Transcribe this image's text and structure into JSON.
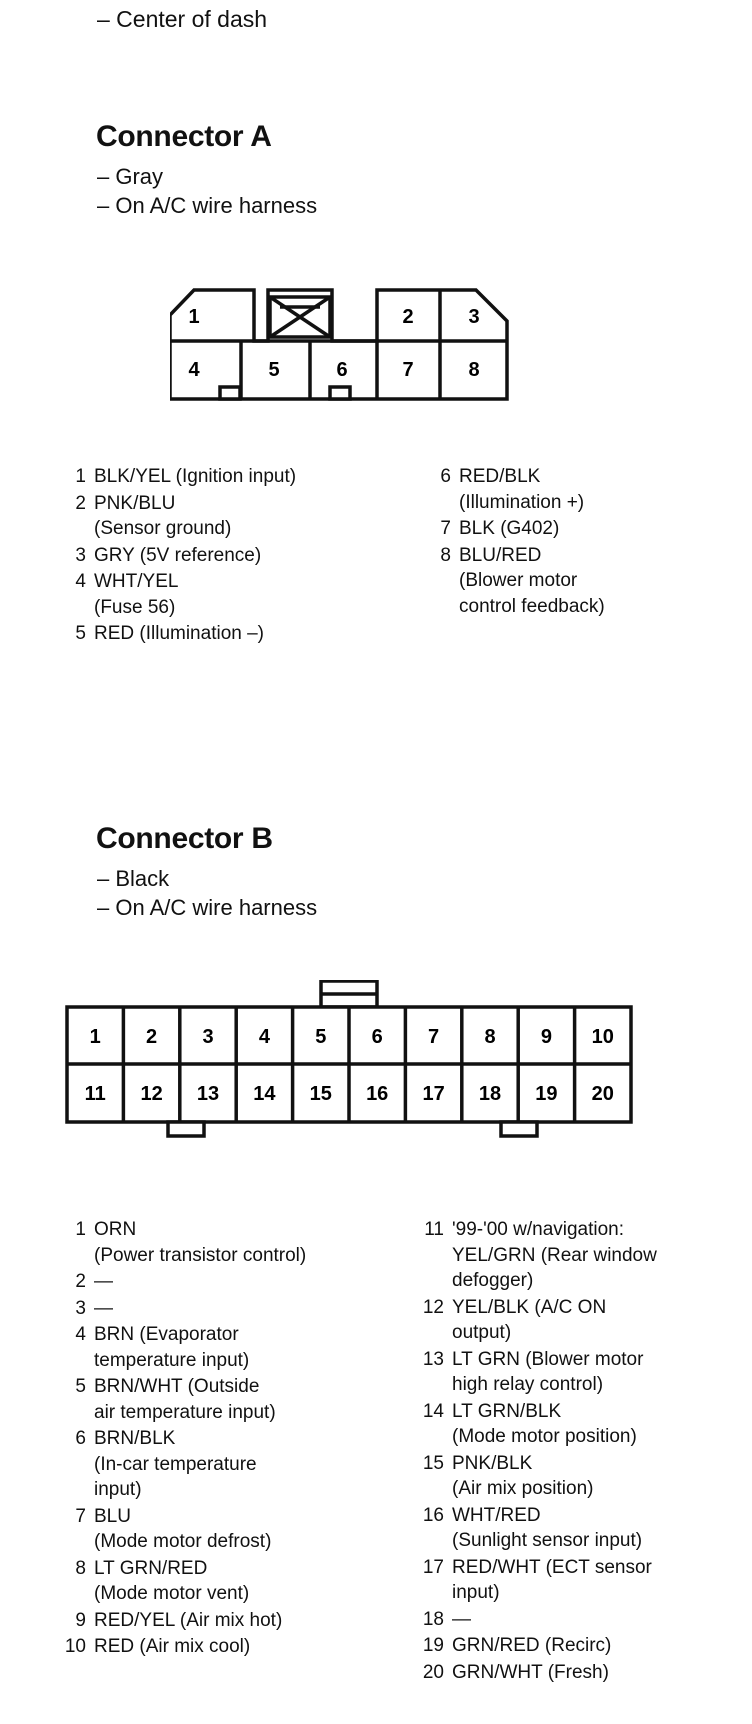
{
  "top_note": "– Center of dash",
  "connector_a": {
    "title": "Connector A",
    "sub": [
      "– Gray",
      "– On A/C wire harness"
    ],
    "cavity_numbers": [
      "1",
      "2",
      "3",
      "4",
      "5",
      "6",
      "7",
      "8"
    ],
    "pins_left": [
      {
        "num": "1",
        "lines": [
          "BLK/YEL (Ignition input)"
        ]
      },
      {
        "num": "2",
        "lines": [
          "PNK/BLU",
          "(Sensor ground)"
        ]
      },
      {
        "num": "3",
        "lines": [
          "GRY (5V reference)"
        ]
      },
      {
        "num": "4",
        "lines": [
          "WHT/YEL",
          "(Fuse 56)"
        ]
      },
      {
        "num": "5",
        "lines": [
          "RED (Illumination –)"
        ]
      }
    ],
    "pins_right": [
      {
        "num": "6",
        "lines": [
          "RED/BLK",
          "(Illumination +)"
        ]
      },
      {
        "num": "7",
        "lines": [
          "BLK (G402)"
        ]
      },
      {
        "num": "8",
        "lines": [
          "BLU/RED",
          "(Blower motor",
          "control feedback)"
        ]
      }
    ]
  },
  "connector_b": {
    "title": "Connector B",
    "sub": [
      "– Black",
      "– On A/C wire harness"
    ],
    "cavity_numbers": [
      "1",
      "2",
      "3",
      "4",
      "5",
      "6",
      "7",
      "8",
      "9",
      "10",
      "11",
      "12",
      "13",
      "14",
      "15",
      "16",
      "17",
      "18",
      "19",
      "20"
    ],
    "pins_left": [
      {
        "num": "1",
        "lines": [
          "ORN",
          "(Power transistor control)"
        ]
      },
      {
        "num": "2",
        "lines": [
          "—"
        ]
      },
      {
        "num": "3",
        "lines": [
          "—"
        ]
      },
      {
        "num": "4",
        "lines": [
          "BRN (Evaporator",
          "temperature input)"
        ]
      },
      {
        "num": "5",
        "lines": [
          "BRN/WHT (Outside",
          "air temperature input)"
        ]
      },
      {
        "num": "6",
        "lines": [
          "BRN/BLK",
          "(In-car temperature",
          "input)"
        ]
      },
      {
        "num": "7",
        "lines": [
          "BLU",
          "(Mode motor defrost)"
        ]
      },
      {
        "num": "8",
        "lines": [
          "LT GRN/RED",
          "(Mode motor vent)"
        ]
      },
      {
        "num": "9",
        "lines": [
          "RED/YEL (Air mix hot)"
        ]
      },
      {
        "num": "10",
        "lines": [
          "RED (Air mix cool)"
        ]
      }
    ],
    "pins_right": [
      {
        "num": "11",
        "lines": [
          "'99-'00 w/navigation:",
          "YEL/GRN (Rear window",
          "defogger)"
        ]
      },
      {
        "num": "12",
        "lines": [
          "YEL/BLK (A/C ON",
          "output)"
        ]
      },
      {
        "num": "13",
        "lines": [
          "LT GRN (Blower motor",
          "high relay control)"
        ]
      },
      {
        "num": "14",
        "lines": [
          "LT GRN/BLK",
          "(Mode motor position)"
        ]
      },
      {
        "num": "15",
        "lines": [
          "PNK/BLK",
          "(Air mix position)"
        ]
      },
      {
        "num": "16",
        "lines": [
          "WHT/RED",
          "(Sunlight sensor input)"
        ]
      },
      {
        "num": "17",
        "lines": [
          "RED/WHT (ECT sensor",
          "input)"
        ]
      },
      {
        "num": "18",
        "lines": [
          "—"
        ]
      },
      {
        "num": "19",
        "lines": [
          "GRN/RED (Recirc)"
        ]
      },
      {
        "num": "20",
        "lines": [
          "GRN/WHT (Fresh)"
        ]
      }
    ]
  }
}
